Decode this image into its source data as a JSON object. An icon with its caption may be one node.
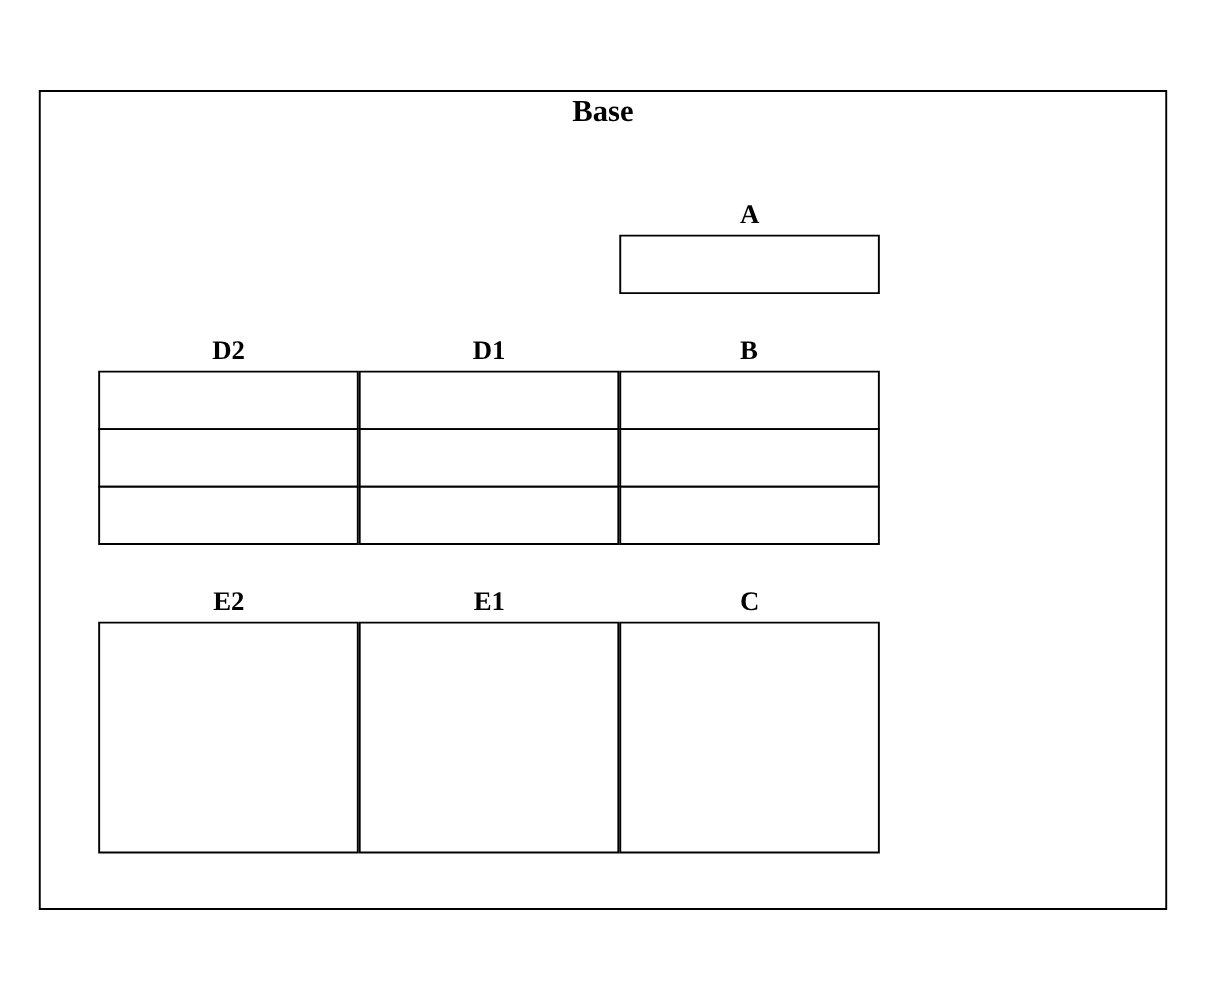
{
  "diagram": {
    "nodes": [
      {
        "text": [
          "Base"
        ]
      },
      {
        "text": [
          "A"
        ],
        "in": 0
      },
      {
        "text": [
          "B"
        ],
        "in": 0
      },
      {
        "text": [
          "D1"
        ],
        "in": 0
      },
      {
        "text": [
          "D2"
        ],
        "in": 0
      },
      {
        "text": [
          "C"
        ],
        "in": 0
      },
      {
        "text": [
          "E1"
        ],
        "in": 0
      },
      {
        "text": [
          "E2"
        ],
        "in": 0
      }
    ]
  }
}
